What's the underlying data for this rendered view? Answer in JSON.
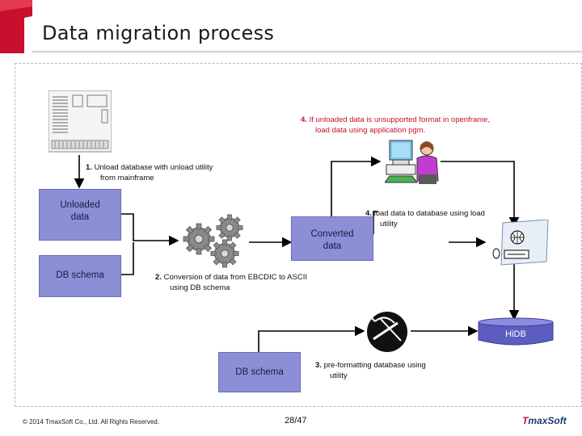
{
  "title": "Data migration process",
  "boxes": {
    "unloaded_data": [
      "Unloaded",
      "data"
    ],
    "db_schema_top": "DB schema",
    "converted_data": [
      "Converted",
      "data"
    ],
    "hidb": "HiDB",
    "db_schema_bottom": "DB schema"
  },
  "steps": {
    "step1": {
      "num": "1.",
      "line1": "Unload database with unload utility",
      "line2": "from mainframe"
    },
    "step2": {
      "num": "2.",
      "line1": "Conversion of data from EBCDIC to ASCII",
      "line2": "using DB schema"
    },
    "step3": {
      "num": "3.",
      "line1": "pre-formatting database using",
      "line2": "utility"
    },
    "step4a": {
      "num": "4.",
      "line1": "load data to database using load",
      "line2": "utility"
    },
    "step4b": {
      "num": "4.",
      "line1": "If unloaded data is unsupported format in openframe,",
      "line2": "load data using application pgm."
    }
  },
  "footer": {
    "copyright": "© 2014 TmaxSoft Co., Ltd. All Rights Reserved.",
    "page": "28/47",
    "logo_t": "T",
    "logo_rest": "maxSoft"
  },
  "colors": {
    "box": "#8c8fd6",
    "brand_red": "#c8102e",
    "hidb": "#5b5ec0"
  }
}
